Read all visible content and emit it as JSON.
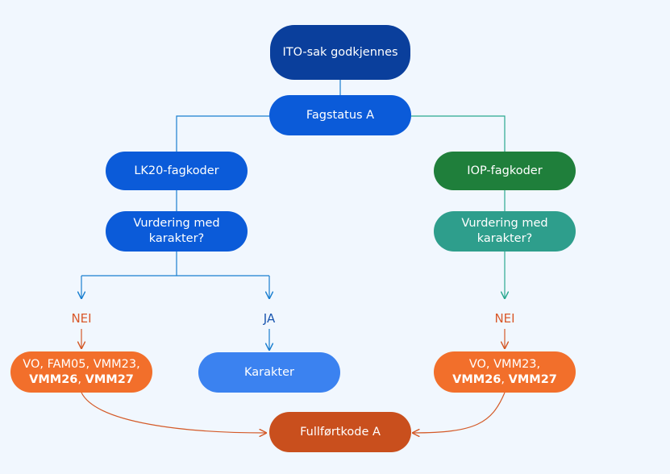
{
  "colors": {
    "background": "#f1f7fe",
    "dark_navy": "#0a3f9c",
    "blue": "#0b5bd9",
    "light_blue": "#3b82f0",
    "green": "#1f7f3b",
    "teal": "#2e9e8c",
    "orange": "#f26f2b",
    "dark_orange": "#c94f1d",
    "line_blue": "#1a7fd0",
    "line_teal": "#2aa88f",
    "line_orange": "#d45a28",
    "label_orange": "#d9582a",
    "label_blue": "#1a56b0"
  },
  "nodes": {
    "ito": "ITO-sak godkjennes",
    "fagstatus": "Fagstatus A",
    "lk20": "LK20-fagkoder",
    "iop": "IOP-fagkoder",
    "vurdering_left": "Vurdering med karakter?",
    "vurdering_right": "Vurdering med karakter?",
    "left_result": {
      "part1": "VO, FAM05, VMM23, ",
      "bold1": "VMM26",
      "sep": ", ",
      "bold2": "VMM27"
    },
    "karakter": "Karakter",
    "right_result": {
      "part1": "VO, VMM23, ",
      "bold1": "VMM26",
      "sep": ", ",
      "bold2": "VMM27"
    },
    "fullfortkode": "Fullførtkode A"
  },
  "labels": {
    "nei_left": "NEI",
    "ja": "JA",
    "nei_right": "NEI"
  }
}
